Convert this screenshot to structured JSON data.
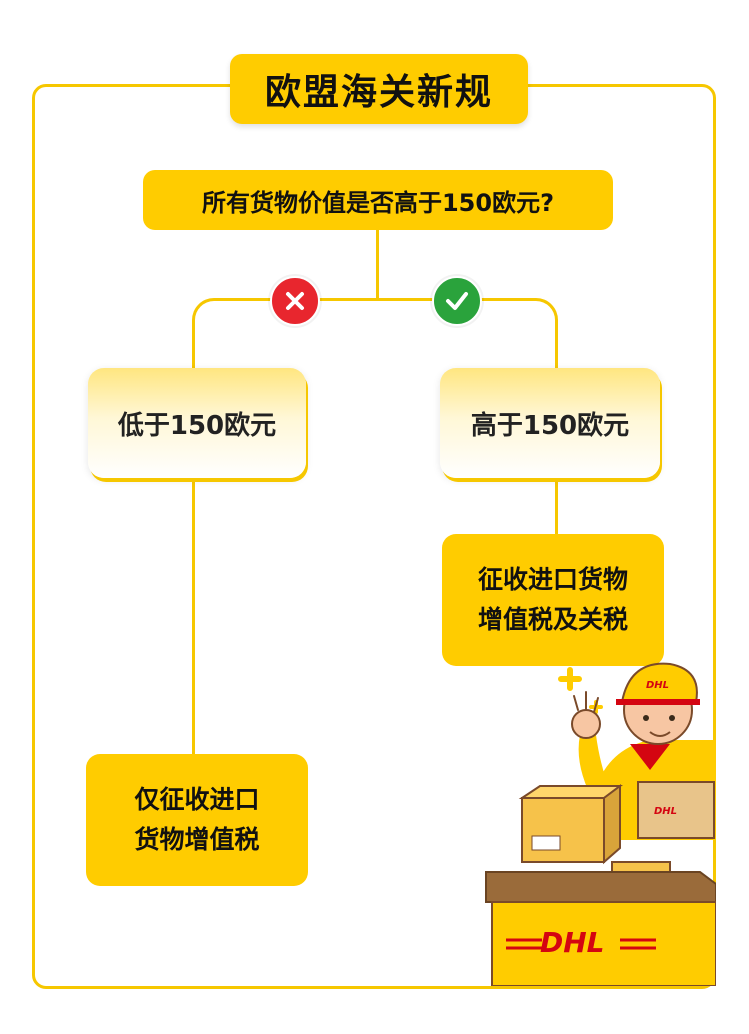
{
  "title": "欧盟海关新规",
  "question": "所有货物价值是否高于150欧元?",
  "branches": {
    "no": {
      "icon": "cross-icon",
      "color": "#e8262e",
      "label": "低于150欧元",
      "result_line1": "仅征收进口",
      "result_line2": "货物增值税"
    },
    "yes": {
      "icon": "check-icon",
      "color": "#2aa33c",
      "label": "高于150欧元",
      "result_line1": "征收进口货物",
      "result_line2": "增值税及关税"
    }
  },
  "illustration": {
    "name": "dhl-courier-illustration",
    "logo": "DHL",
    "brand_yellow": "#ffcc00",
    "brand_red": "#d40511"
  },
  "colors": {
    "accent": "#ffcc00",
    "frame": "#f6c700"
  }
}
